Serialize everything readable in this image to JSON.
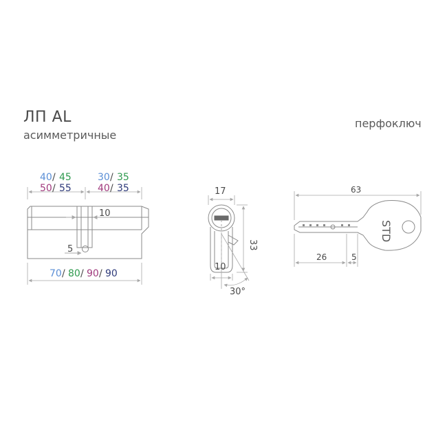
{
  "header": {
    "title": "ЛП AL",
    "subtitle": "асимметричные",
    "key_type": "перфоключ"
  },
  "colors": {
    "line": "#8a8a8a",
    "dim": "#a8a8a8",
    "text": "#4a4a4a",
    "blue": "#5b8fd6",
    "green": "#2e9a4e",
    "purple": "#a03a7d",
    "navy": "#2e3a7a"
  },
  "cylinder": {
    "sizes_row1": {
      "a": "40",
      "b": "45",
      "c": "30",
      "d": "35",
      "sep": "/"
    },
    "sizes_row2": {
      "a": "50",
      "b": "55",
      "c": "40",
      "d": "35",
      "sep": "/"
    },
    "dim_10": "10",
    "dim_5": "5",
    "lengths": {
      "a": "70",
      "b": "80",
      "c": "90",
      "d": "90",
      "sep": "/"
    }
  },
  "profile": {
    "dim_width": "17",
    "dim_height": "33",
    "dim_bottom": "10",
    "angle": "30°"
  },
  "key": {
    "dim_total": "63",
    "dim_blade": "26",
    "dim_tip": "5",
    "brand": "STD"
  }
}
